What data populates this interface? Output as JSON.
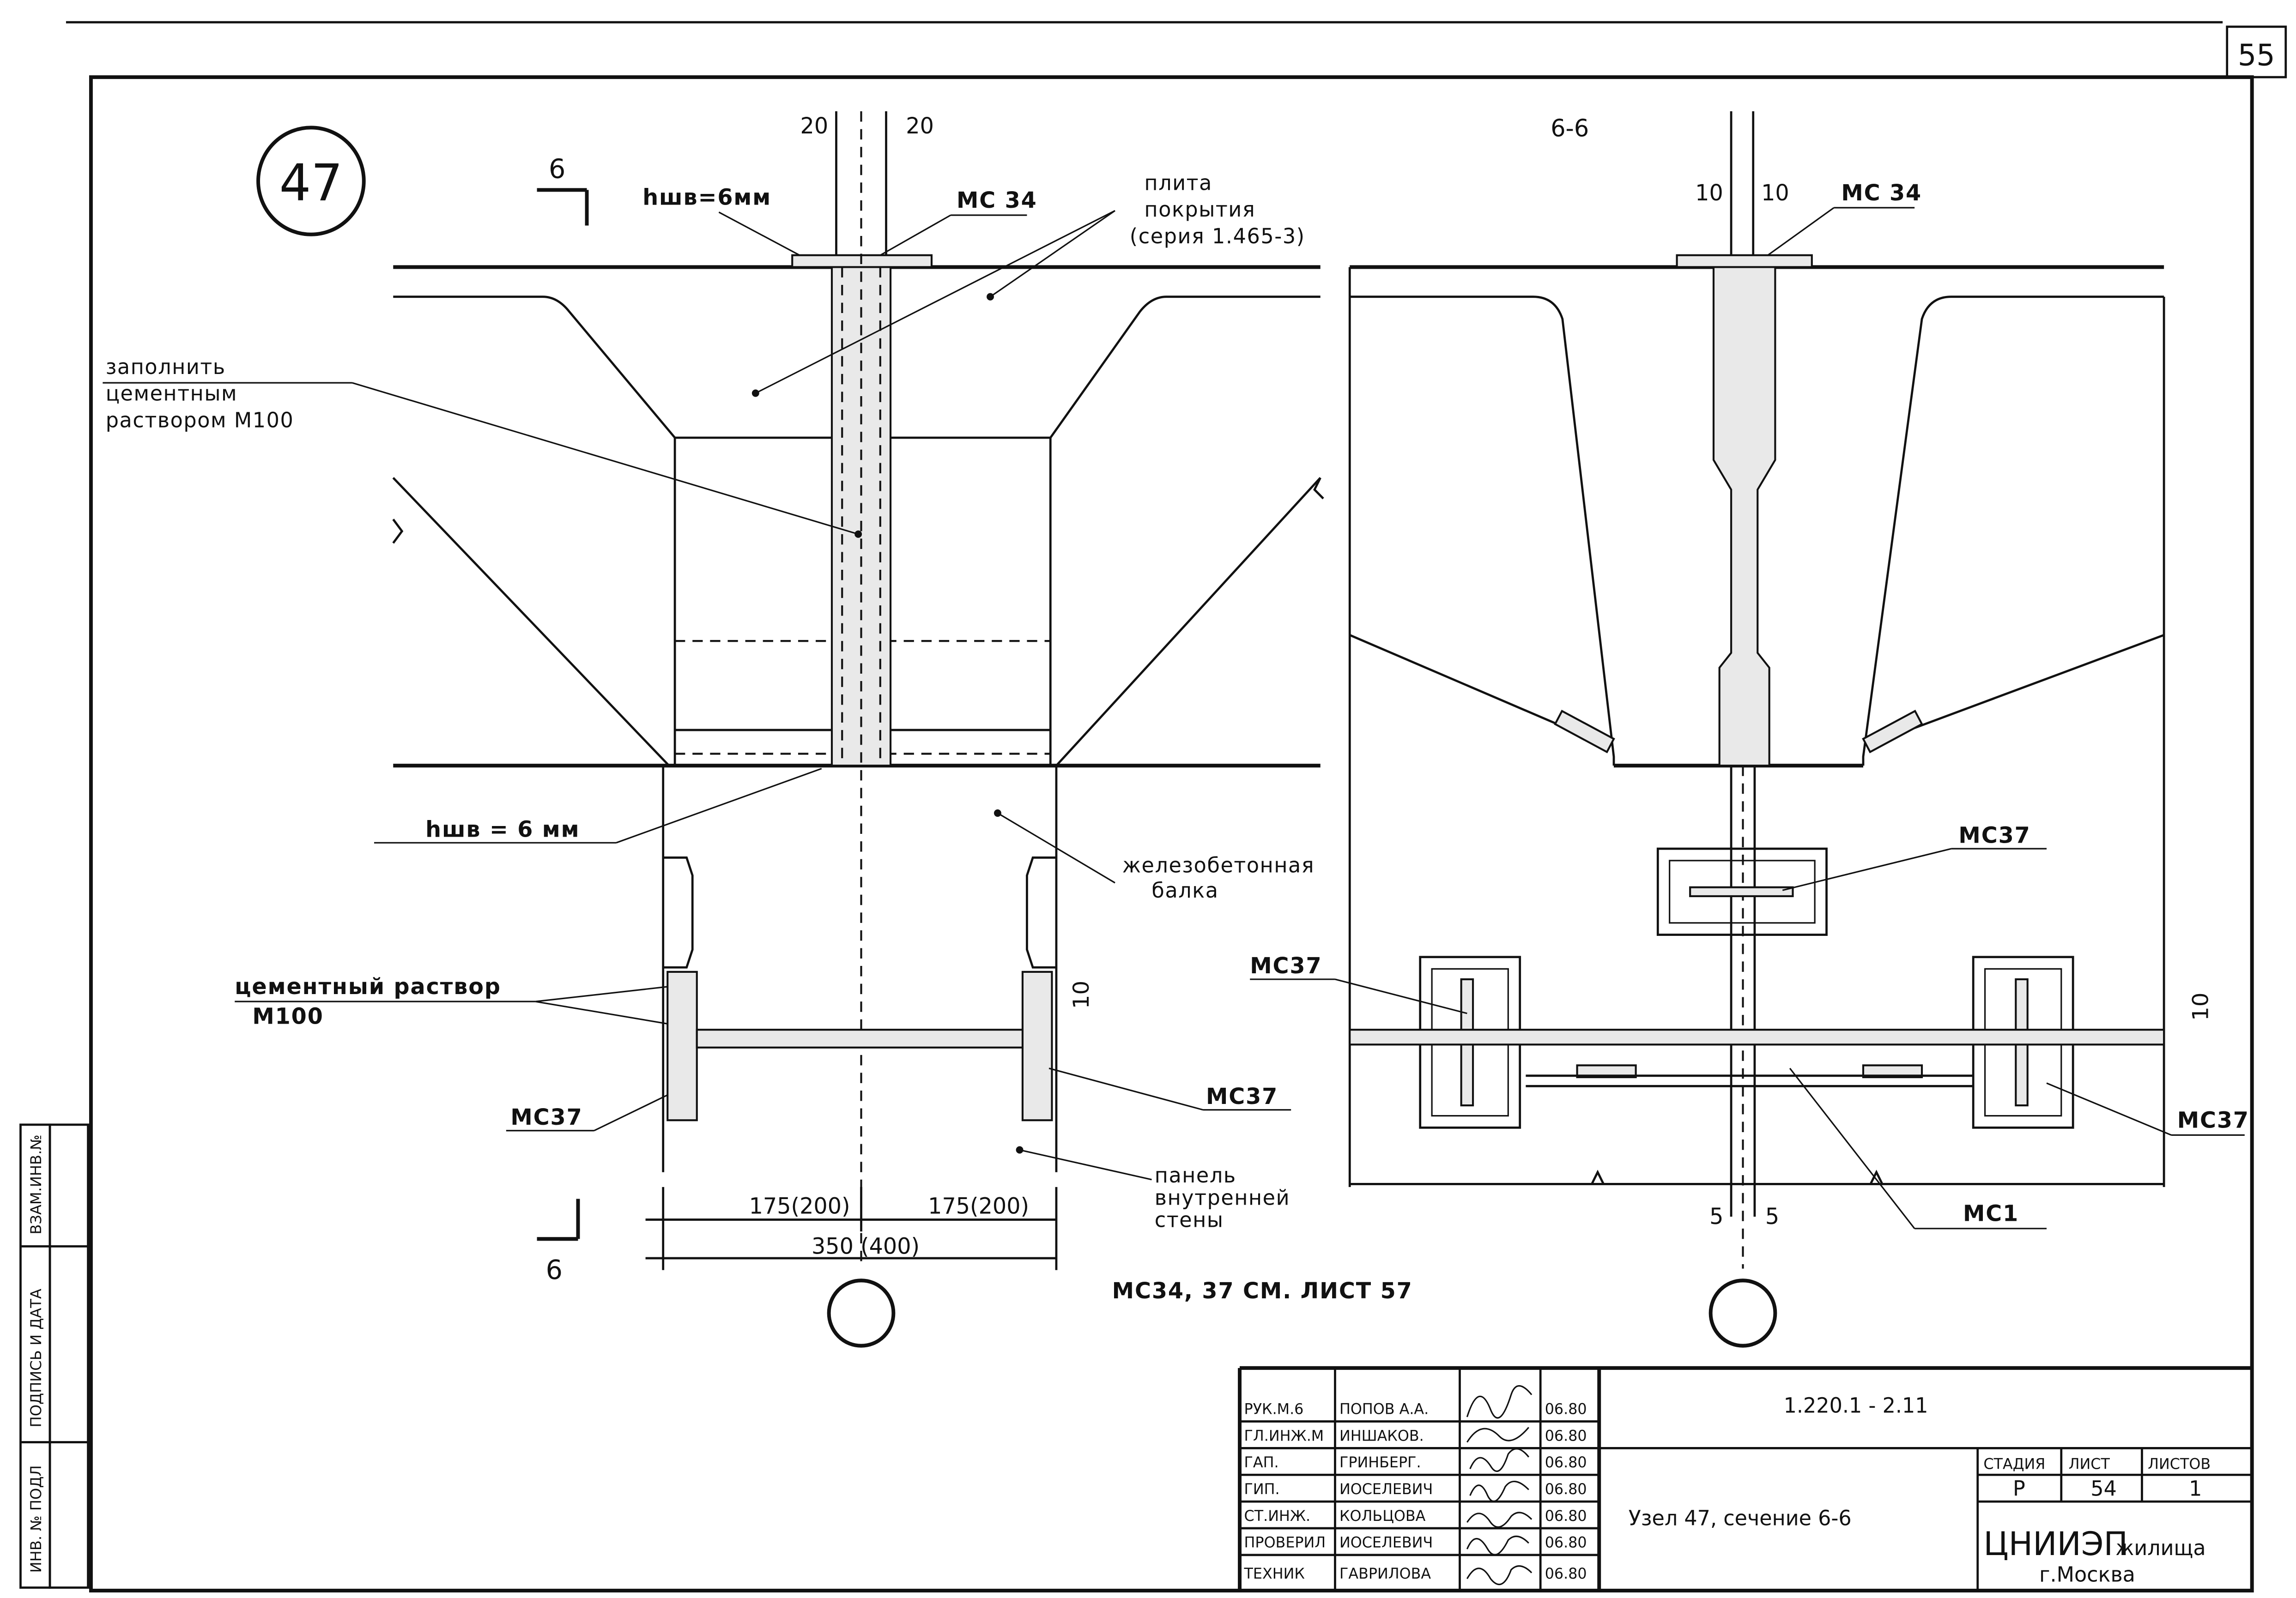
{
  "page_number": "55",
  "node_number": "47",
  "section_marks": {
    "cut_letter": "6",
    "view_title": "6-6"
  },
  "left_view": {
    "dims_top": [
      "20",
      "20"
    ],
    "weld_note_top": "hшв=6мм",
    "part_top": "МС 34",
    "slab_label": [
      "плита",
      "покрытия",
      "(серия 1.465-3)"
    ],
    "fill_note": [
      "заполнить",
      "цементным",
      "раствором М100"
    ],
    "weld_note_mid": "hшв = 6 мм",
    "beam_label": [
      "железобетонная",
      "балка"
    ],
    "mortar_label": [
      "цементный раствор",
      "М100"
    ],
    "part_left": "МС37",
    "part_right": "МС37",
    "gap_dim": "10",
    "panel_label": [
      "панель",
      "внутренней",
      "стены"
    ],
    "dim_half_left": "175(200)",
    "dim_half_right": "175(200)",
    "dim_total": "350  (400)",
    "note_ref": "МС34, 37 СМ. ЛИСТ 57"
  },
  "right_view": {
    "dims_top": [
      "10",
      "10"
    ],
    "part_top": "МС 34",
    "part_mid": "МС37",
    "part_left": "МС37",
    "part_right": "МС37",
    "gap_dim": "10",
    "part_ms1": "МС1",
    "dims_bottom": [
      "5",
      "5"
    ]
  },
  "side_stamp": [
    "ИНВ. № ПОДЛ",
    "ПОДПИСЬ И ДАТА",
    "ВЗАМ.ИНВ.№"
  ],
  "title_block": {
    "doc_code": "1.220.1 - 2.11",
    "title": "Узел 47, сечение 6-6",
    "stage_header": "СТАДИЯ",
    "sheet_header": "ЛИСТ",
    "sheets_header": "ЛИСТОВ",
    "stage": "Р",
    "sheet": "54",
    "sheets": "1",
    "org_main": "ЦНИИЭП",
    "org_sub": "жилища",
    "org_city": "г.Москва",
    "signers": [
      {
        "role": "РУК.М.6",
        "name": "ПОПОВ А.А.",
        "date": "06.80"
      },
      {
        "role": "ГЛ.ИНЖ.М",
        "name": "ИНШАКОВ.",
        "date": "06.80"
      },
      {
        "role": "ГАП.",
        "name": "ГРИНБЕРГ.",
        "date": "06.80"
      },
      {
        "role": "ГИП.",
        "name": "ИОСЕЛЕВИЧ",
        "date": "06.80"
      },
      {
        "role": "СТ.ИНЖ.",
        "name": "КОЛЬЦОВА",
        "date": "06.80"
      },
      {
        "role": "ПРОВЕРИЛ",
        "name": "ИОСЕЛЕВИЧ",
        "date": "06.80"
      },
      {
        "role": "ТЕХНИК",
        "name": "ГАВРИЛОВА",
        "date": "06.80"
      }
    ]
  }
}
